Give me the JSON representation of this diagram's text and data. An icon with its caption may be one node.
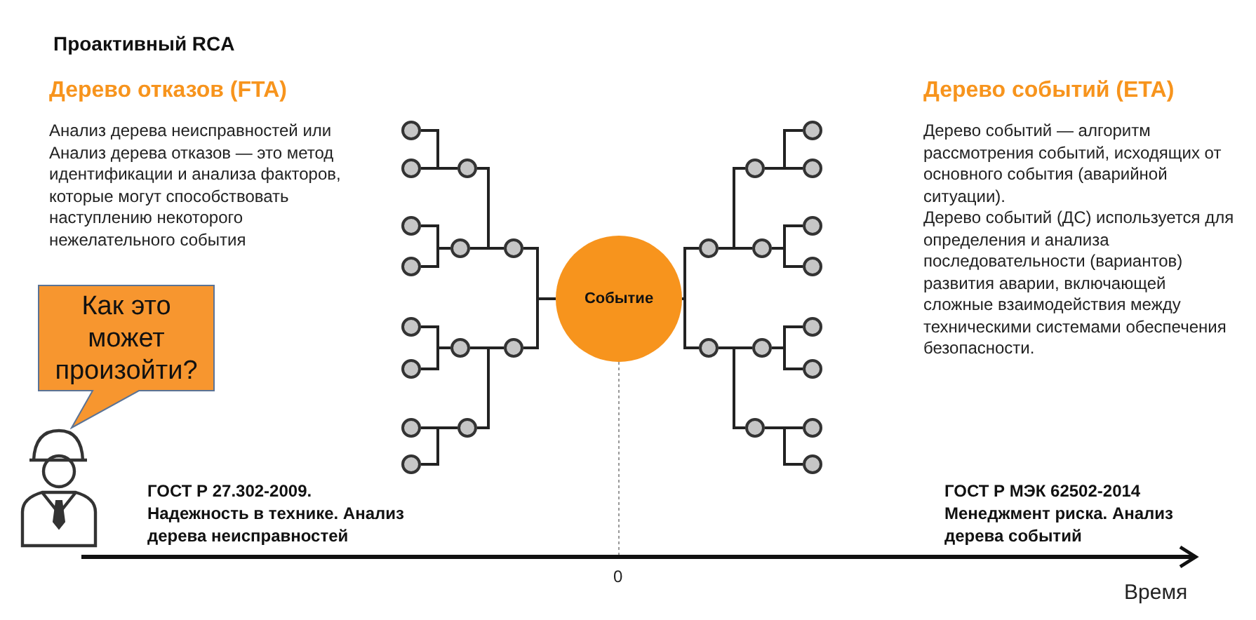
{
  "diagram": {
    "title": "Проактивный RCA",
    "nodes": [
      {
        "text": [
          "Как это может произойти?"
        ]
      },
      {
        "text": [
          "Событие"
        ]
      },
      {
        "text": [],
        "shape": "circle"
      },
      {
        "text": [],
        "shape": "circle"
      },
      {
        "text": [],
        "shape": "circle"
      },
      {
        "text": [],
        "shape": "circle"
      },
      {
        "text": [],
        "shape": "circle"
      },
      {
        "text": [],
        "shape": "circle"
      },
      {
        "text": [],
        "shape": "circle"
      },
      {
        "text": [],
        "shape": "circle"
      },
      {
        "text": [],
        "shape": "circle"
      },
      {
        "text": [],
        "shape": "circle"
      },
      {
        "text": [],
        "shape": "circle"
      },
      {
        "text": [],
        "shape": "circle"
      },
      {
        "text": [],
        "shape": "circle"
      },
      {
        "text": [],
        "shape": "circle"
      },
      {
        "text": [],
        "shape": "circle"
      },
      {
        "text": [],
        "shape": "circle"
      },
      {
        "text": [],
        "shape": "circle"
      },
      {
        "text": [],
        "shape": "circle"
      },
      {
        "text": [],
        "shape": "circle"
      },
      {
        "text": [],
        "shape": "circle"
      },
      {
        "text": [],
        "shape": "circle"
      },
      {
        "text": [],
        "shape": "circle"
      },
      {
        "text": [],
        "shape": "circle"
      },
      {
        "text": [],
        "shape": "circle"
      },
      {
        "text": [],
        "shape": "circle"
      },
      {
        "text": [],
        "shape": "circle"
      },
      {
        "text": [],
        "shape": "circle"
      },
      {
        "text": [],
        "shape": "circle"
      }
    ],
    "edges": [
      {
        "from": 2,
        "to": 10,
        "arrow": "none"
      },
      {
        "from": 3,
        "to": 10,
        "arrow": "none"
      },
      {
        "from": 4,
        "to": 11,
        "arrow": "none"
      },
      {
        "from": 5,
        "to": 11,
        "arrow": "none"
      },
      {
        "from": 6,
        "to": 12,
        "arrow": "none"
      },
      {
        "from": 7,
        "to": 12,
        "arrow": "none"
      },
      {
        "from": 8,
        "to": 13,
        "arrow": "none"
      },
      {
        "from": 9,
        "to": 13,
        "arrow": "none"
      },
      {
        "from": 10,
        "to": 14,
        "arrow": "none"
      },
      {
        "from": 11,
        "to": 14,
        "arrow": "none"
      },
      {
        "from": 12,
        "to": 15,
        "arrow": "none"
      },
      {
        "from": 13,
        "to": 15,
        "arrow": "none"
      },
      {
        "from": 14,
        "to": 1,
        "arrow": "none"
      },
      {
        "from": 15,
        "to": 1,
        "arrow": "none"
      },
      {
        "from": 1,
        "to": 16,
        "arrow": "none"
      },
      {
        "from": 1,
        "to": 17,
        "arrow": "none"
      },
      {
        "from": 16,
        "to": 18,
        "arrow": "none"
      },
      {
        "from": 16,
        "to": 19,
        "arrow": "none"
      },
      {
        "from": 17,
        "to": 20,
        "arrow": "none"
      },
      {
        "from": 17,
        "to": 21,
        "arrow": "none"
      },
      {
        "from": 18,
        "to": 22,
        "arrow": "none"
      },
      {
        "from": 18,
        "to": 23,
        "arrow": "none"
      },
      {
        "from": 19,
        "to": 24,
        "arrow": "none"
      },
      {
        "from": 19,
        "to": 25,
        "arrow": "none"
      },
      {
        "from": 20,
        "to": 26,
        "arrow": "none"
      },
      {
        "from": 20,
        "to": 27,
        "arrow": "none"
      },
      {
        "from": 21,
        "to": 28,
        "arrow": "none"
      },
      {
        "from": 21,
        "to": 29,
        "arrow": "none"
      }
    ],
    "labels": [
      "Дерево отказов (FTA)",
      "Дерево событий (ETA)",
      "Анализ дерева неисправностей или Анализ дерева отказов — это метод идентификации и анализа факторов, которые могут способствовать наступлению некоторого нежелательного события",
      "Дерево событий — алгоритм рассмотрения событий, исходящих от основного события (аварийной ситуации).",
      "Дерево событий (ДС) используется для определения и анализа последовательности (вариантов) развития аварии, включающей сложные взаимодействия между техническими системами обеспечения безопасности.",
      "ГОСТ Р 27.302-2009.",
      "Надежность в технике. Анализ дерева неисправностей",
      "ГОСТ Р МЭК 62502-2014",
      "Менеджмент риска. Анализ дерева событий",
      "0",
      "Время"
    ]
  }
}
